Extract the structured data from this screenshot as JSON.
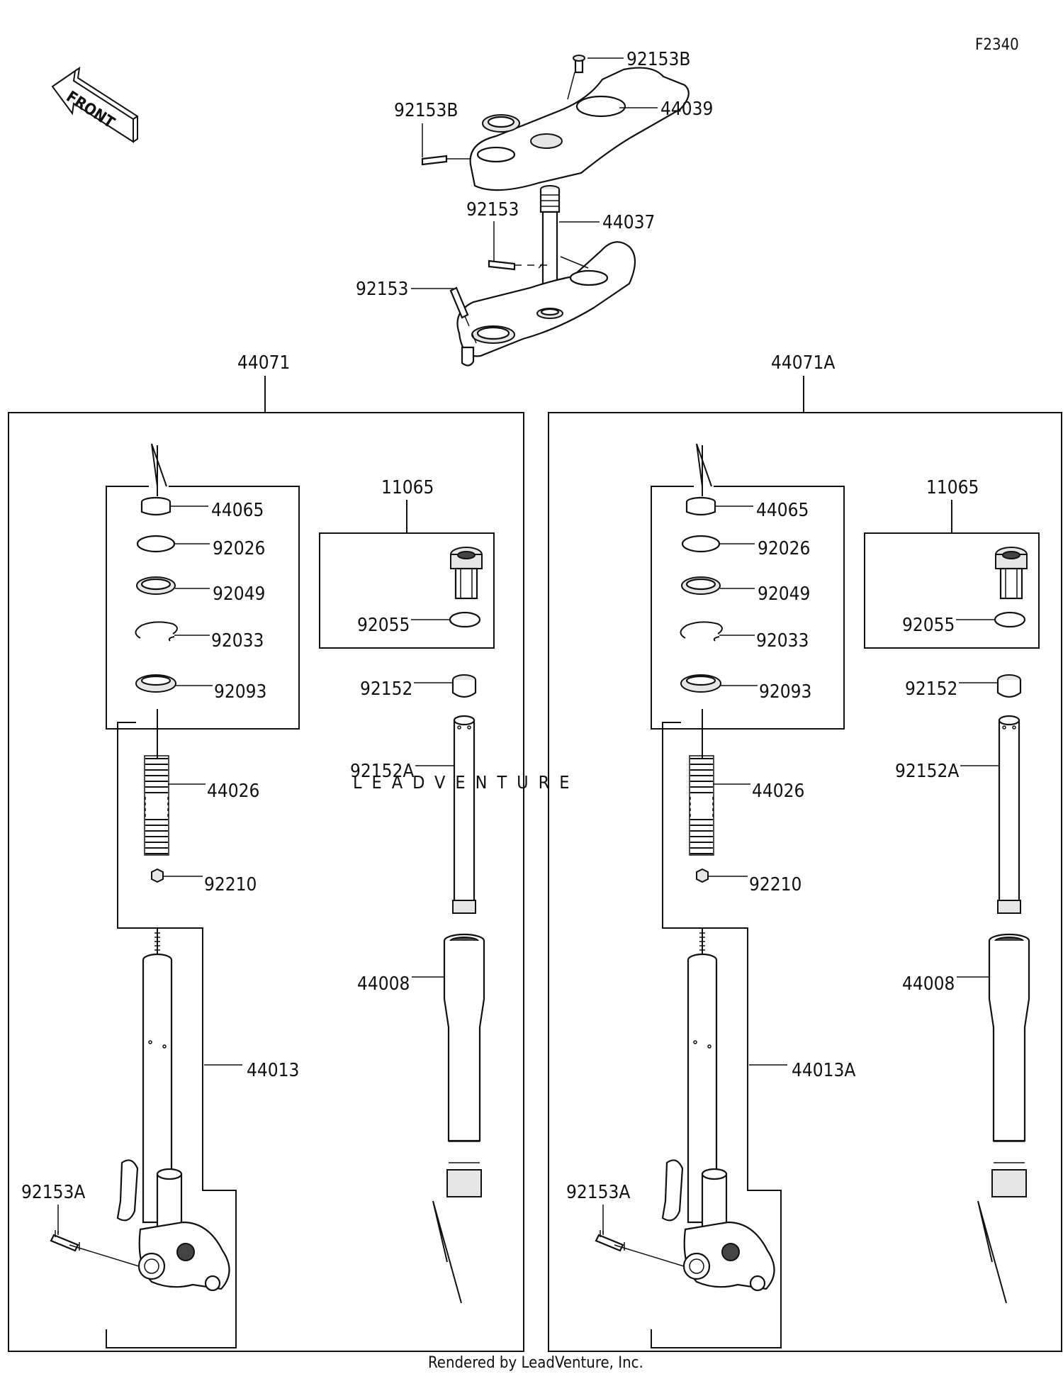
{
  "diagram_code": "F2340",
  "front_label": "FRONT",
  "footer": "Rendered by LeadVenture, Inc.",
  "watermark": "LEADVENTURE",
  "top_parts": {
    "bolt_top_right": "92153B",
    "bolt_top_left": "92153B",
    "upper_bracket": "44039",
    "stem": "44037",
    "bolt_stem_right": "92153",
    "bolt_stem_left": "92153"
  },
  "left_assembly": {
    "title": "44071",
    "bushing_top": "44065",
    "washer": "92026",
    "oil_seal": "92049",
    "circlip": "92033",
    "dust_seal": "92093",
    "spring": "44026",
    "nut": "92210",
    "outer_tube_assy": "44013",
    "axle_bolt": "92153A",
    "cap_assy": "11065",
    "o_ring": "92055",
    "collar": "92152",
    "spacer_pipe": "92152A",
    "inner_tube": "44008"
  },
  "right_assembly": {
    "title": "44071A",
    "bushing_top": "44065",
    "washer": "92026",
    "oil_seal": "92049",
    "circlip": "92033",
    "dust_seal": "92093",
    "spring": "44026",
    "nut": "92210",
    "outer_tube_assy": "44013A",
    "axle_bolt": "92153A",
    "cap_assy": "11065",
    "o_ring": "92055",
    "collar": "92152",
    "spacer_pipe": "92152A",
    "inner_tube": "44008"
  }
}
